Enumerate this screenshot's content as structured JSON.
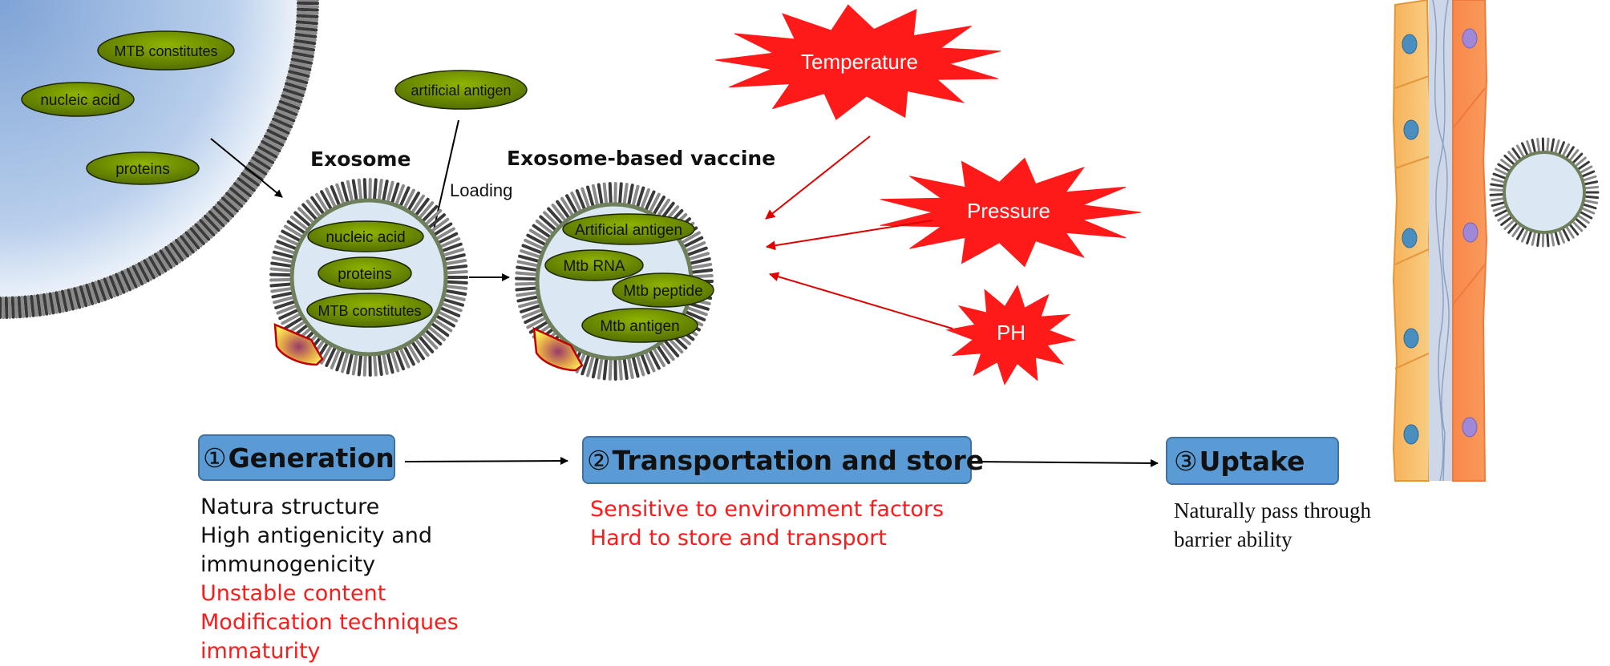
{
  "colors": {
    "stage_box_fill": "#5b9bd5",
    "molecule_green": "#6b8e00",
    "starburst_red": "#ff1a1a",
    "warning_text": "#ff1a1a",
    "cell_blue": "#a8c4e6"
  },
  "cell": {
    "molecules": [
      "MTB constitutes",
      "nucleic acid",
      "proteins"
    ]
  },
  "loading": {
    "artificial_antigen": "artificial antigen",
    "label": "Loading"
  },
  "exosome": {
    "title": "Exosome",
    "molecules": [
      "nucleic acid",
      "proteins",
      "MTB constitutes"
    ]
  },
  "vaccine": {
    "title": "Exosome-based vaccine",
    "molecules": [
      "Artificial antigen",
      "Mtb RNA",
      "Mtb peptide",
      "Mtb antigen"
    ]
  },
  "factors": [
    "Temperature",
    "Pressure",
    "PH"
  ],
  "stages": [
    {
      "num": "①",
      "label": "Generation"
    },
    {
      "num": "②",
      "label": "Transportation and store"
    },
    {
      "num": "③",
      "label": "Uptake"
    }
  ],
  "generation_notes": {
    "positive": [
      "Natura structure",
      "High antigenicity and",
      "immunogenicity"
    ],
    "negative": [
      "Unstable content",
      "Modification techniques",
      "immaturity"
    ]
  },
  "transport_notes": {
    "negative": [
      "Sensitive to environment factors",
      "Hard to store and transport"
    ]
  },
  "uptake_notes": {
    "positive": [
      "Naturally pass through",
      "barrier ability"
    ]
  }
}
